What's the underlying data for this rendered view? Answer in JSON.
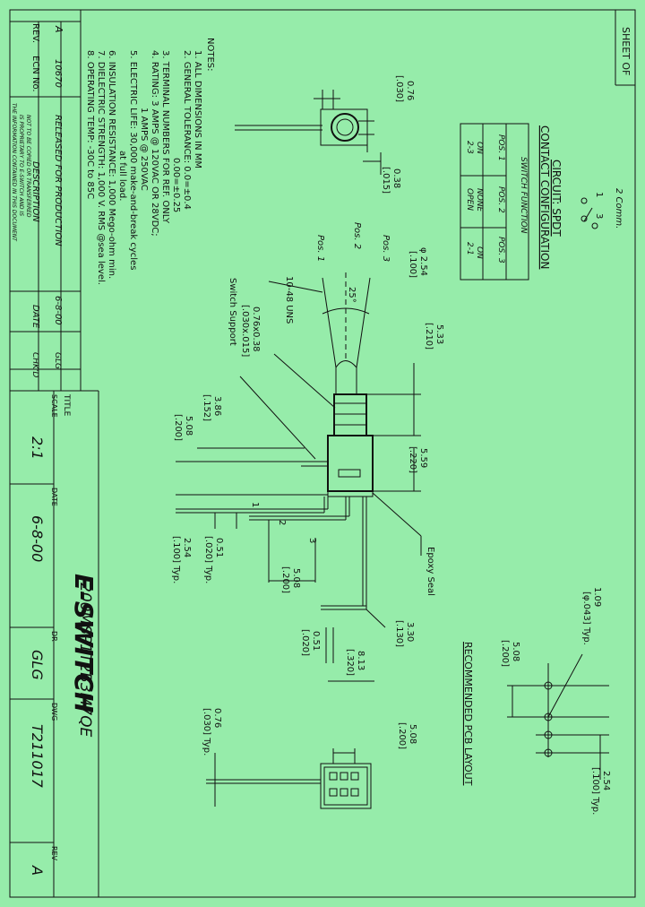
{
  "sheet_label": "SHEET OF",
  "notes": {
    "heading": "NOTES:",
    "lines": [
      "1. ALL DIMENSIONS IN MM",
      "2. GENERAL TOLERANCE: 0.0=±0.4",
      "0.00=±0.25",
      "3. TERMINAL NUMBERS FOR REF. ONLY",
      "4. RATING: 3 AMPS @ 120VAC OR 28VDC;",
      "1 AMPS @ 250VAC",
      "5. ELECTRIC LIFE: 30,000 make-and-break cycles",
      "at full load.",
      "6. INSULATION RESISTANCE: 1,000 Mego-ohm min.",
      "7. DIELECTRIC STRENGTH: 1,000 V. RMS @sea level.",
      "8. OPERATING TEMP: -30C to 85C"
    ]
  },
  "revision_block": {
    "headers": [
      "REV.",
      "ECN No.",
      "DESCRIPTION",
      "DATE",
      "CHK'D"
    ],
    "row": [
      "A",
      "10670",
      "RELEASED FOR PRODUCTION",
      "6-8-00",
      "GLG"
    ],
    "disclaimer": [
      "THE INFORMATION CONTAINED IN THIS DOCUMENT",
      "IS PROPRIETARY TO E-SWITCH AND IS",
      "NOT TO BE COPIED OR TRANSFERRED"
    ]
  },
  "circuit": {
    "circuit_label": "CIRCUIT: SPDT",
    "config_label": "CONTACT CONFIGURATION",
    "common_label": "2 Comm.",
    "terminals": [
      "1",
      "3"
    ],
    "table": {
      "header": "SWITCH FUNCTION",
      "columns": [
        "POS. 1",
        "POS. 2",
        "POS. 3"
      ],
      "rows": [
        [
          "ON",
          "NONE",
          "ON"
        ],
        [
          "2-3",
          "OPEN",
          "2-1"
        ]
      ]
    }
  },
  "dimensions": {
    "d076_top": "0.76",
    "d076_top_in": "[.030]",
    "d038": "0.38",
    "d038_in": "[.015]",
    "d254_dia": "φ 2.54",
    "d254_dia_in": "[.100]",
    "pos1": "Pos. 1",
    "pos2": "Pos. 2",
    "pos3": "Pos. 3",
    "angle": "25°",
    "thread": "10-48 UNS",
    "support_dim": "0.76x0.38",
    "support_dim_in": "[.030x.015]",
    "support_label": "Switch Support",
    "d533": "5.33",
    "d533_in": "[.210]",
    "d386": "3.86",
    "d386_in": "[.152]",
    "d508a": "5.08",
    "d508a_in": "[.200]",
    "d559": "5.59",
    "d559_in": "[.220]",
    "epoxy": "Epoxy Seal",
    "term_1": "1",
    "term_2": "2",
    "term_3": "3",
    "d051a": "0.51",
    "d051a_in": "[.020] Typ.",
    "d254b": "2.54",
    "d254b_in": "[.100] Typ.",
    "d508b": "5.08",
    "d508b_in": "[.200]",
    "d051b": "0.51",
    "d051b_in": "[.020]",
    "d330": "3.30",
    "d330_in": "[.130]",
    "d813": "8.13",
    "d813_in": "[.320]",
    "d076_bot": "0.76",
    "d076_bot_in": "[.030] Typ.",
    "d508c": "5.08",
    "d508c_in": "[.200]"
  },
  "pcb": {
    "title": "RECOMMENDED PCB LAYOUT",
    "hole": "1.09",
    "hole_in": "[φ.043] Typ.",
    "pitch_v": "5.08",
    "pitch_v_in": "[.200]",
    "pitch_h": "2.54",
    "pitch_h_in": "[.100] Typ."
  },
  "title_block": {
    "title_label": "TITLE",
    "title": "200MSP1T2B3M7QE",
    "scale_label": "SCALE",
    "scale": "2:1",
    "date_label": "DATE",
    "date": "6-8-00",
    "dr_label": "DR",
    "dr": "GLG",
    "dwg_label": "DWG",
    "dwg": "T211017",
    "rev_label": "REV",
    "rev": "A",
    "logo": "E-SWITCH"
  }
}
